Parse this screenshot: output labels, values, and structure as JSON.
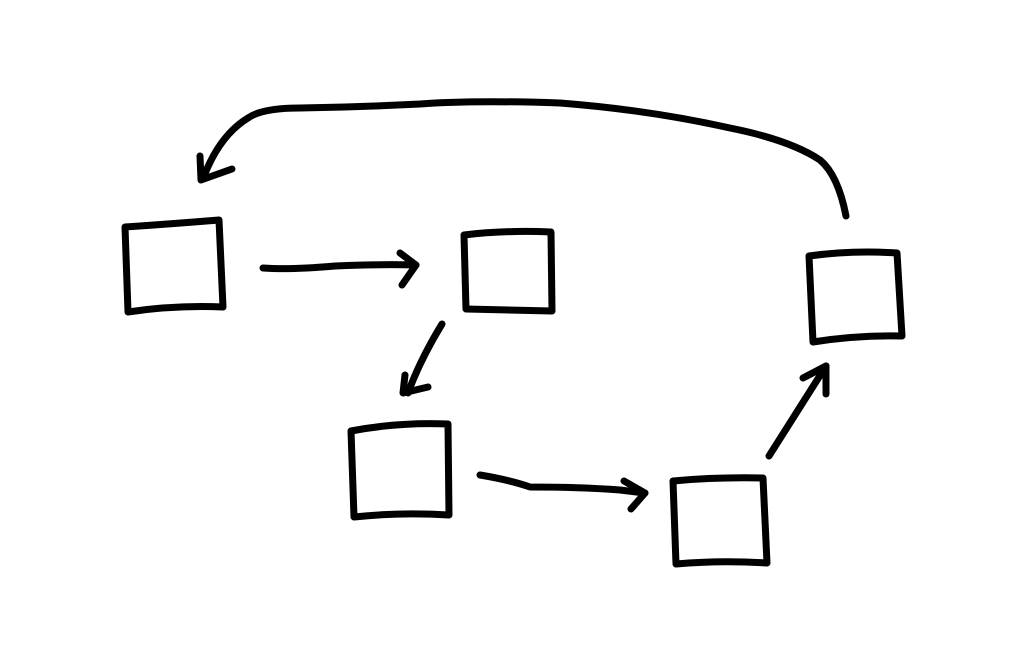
{
  "diagram": {
    "style": "hand-drawn",
    "stroke_color": "#000000",
    "background_color": "#ffffff",
    "nodes": [
      {
        "id": "box-1",
        "label": ""
      },
      {
        "id": "box-2",
        "label": ""
      },
      {
        "id": "box-3",
        "label": ""
      },
      {
        "id": "box-4",
        "label": ""
      },
      {
        "id": "box-5",
        "label": ""
      }
    ],
    "edges": [
      {
        "from": "box-1",
        "to": "box-2"
      },
      {
        "from": "box-2",
        "to": "box-3"
      },
      {
        "from": "box-3",
        "to": "box-4"
      },
      {
        "from": "box-4",
        "to": "box-5"
      },
      {
        "from": "box-5",
        "to": "box-1"
      }
    ]
  }
}
